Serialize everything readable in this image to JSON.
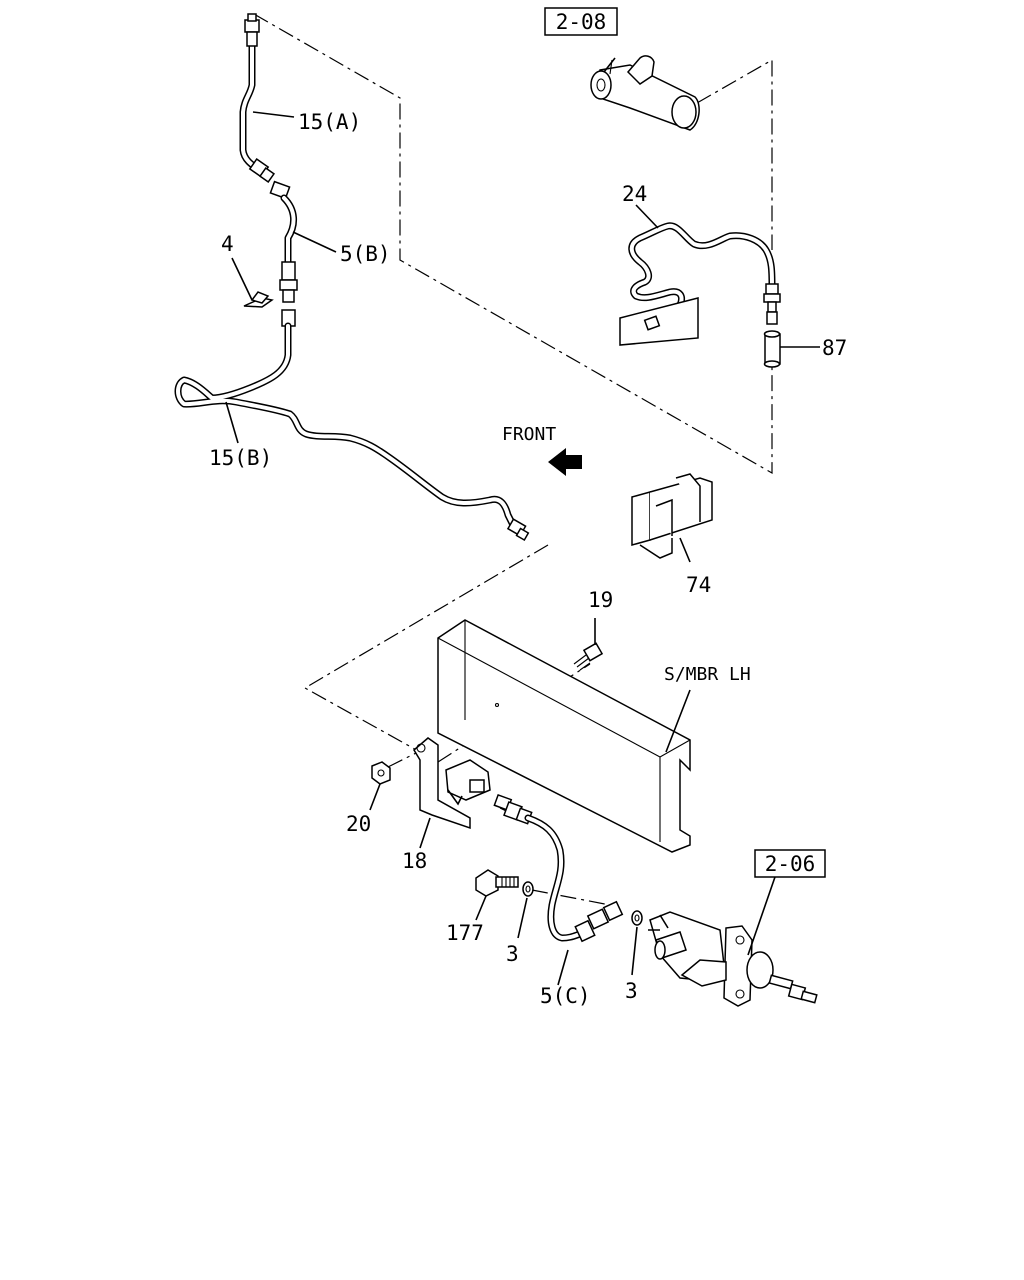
{
  "references": {
    "ref_top": "2-08",
    "ref_bottom": "2-06"
  },
  "labels": {
    "p15a": "15(A)",
    "p5b": "5(B)",
    "p4": "4",
    "p15b": "15(B)",
    "p24": "24",
    "p87": "87",
    "front": "FRONT",
    "p74": "74",
    "p19": "19",
    "smbr": "S/MBR LH",
    "p20": "20",
    "p18": "18",
    "p177": "177",
    "p3a": "3",
    "p5c": "5(C)",
    "p3b": "3"
  }
}
